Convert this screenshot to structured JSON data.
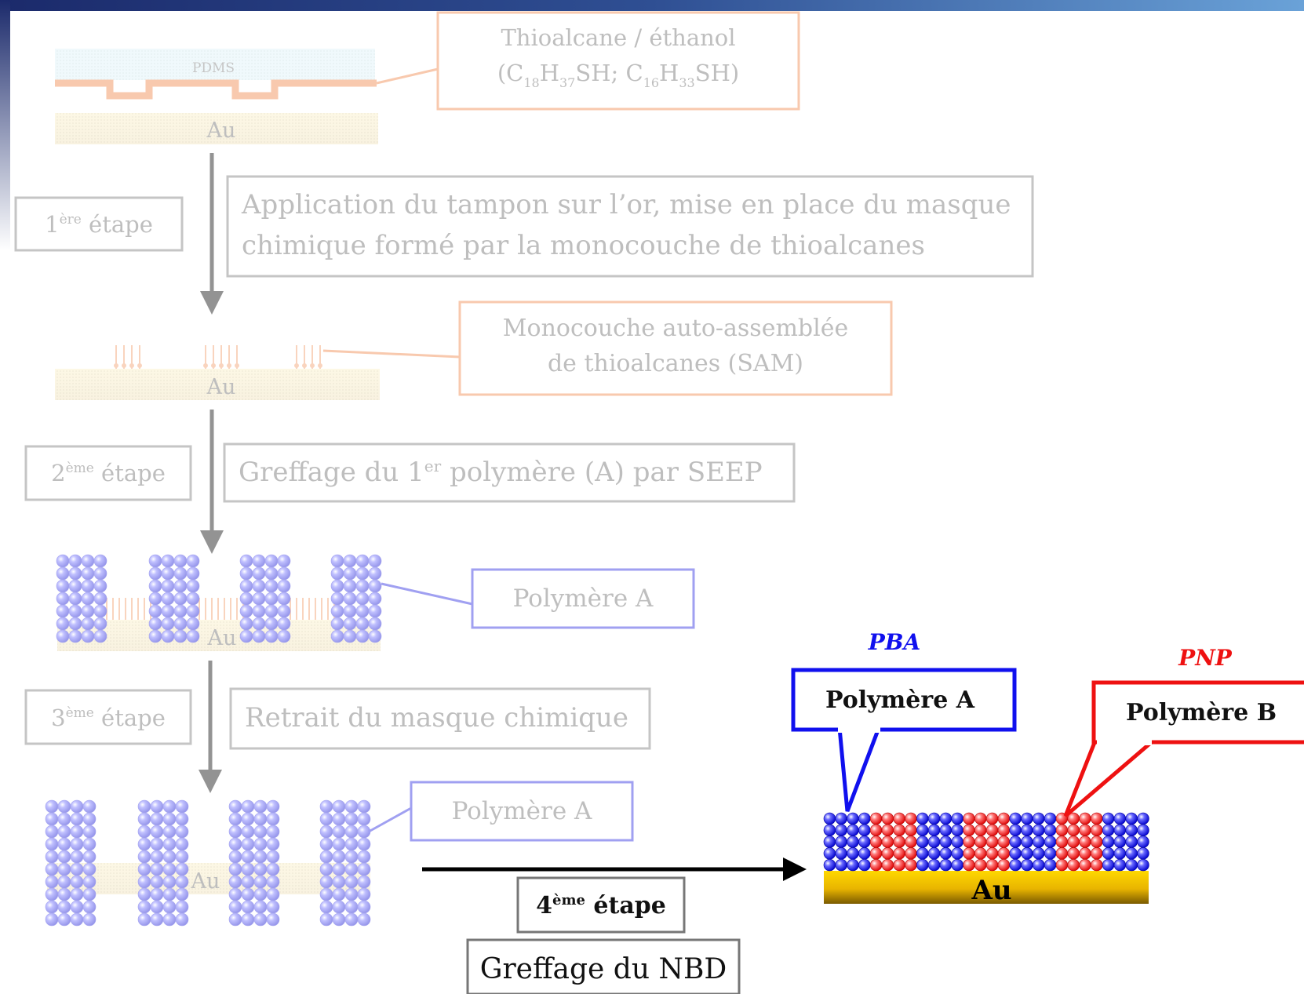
{
  "colors": {
    "gold": "#f2c200",
    "gold_dark": "#8a6a00",
    "orange": "#f39a66",
    "blue": "#1010ee",
    "red": "#ee1111",
    "grey_box": "#777777",
    "frame_dark": "#1b2a6b",
    "frame_light": "#4e78b8"
  },
  "stamp": {
    "pdms_label": "PDMS",
    "au_label": "Au",
    "callout_line1": "Thioalcane / éthanol",
    "callout_line2": "(C18H37SH; C16H33SH)"
  },
  "step1": {
    "num": "1",
    "sup": "ère",
    "word": "étape",
    "desc_line1": "Application du tampon sur l’or, mise en place du masque",
    "desc_line2": "chimique formé par la monocouche de thioalcanes"
  },
  "sam": {
    "au_label": "Au",
    "callout_line1": "Monocouche auto-assemblée",
    "callout_line2": "de thioalcanes (SAM)"
  },
  "step2": {
    "num": "2",
    "sup": "ème",
    "word": "étape",
    "desc": "Greffage du 1er polymère (A) par SEEP"
  },
  "polyA_with_sam": {
    "au_label": "Au",
    "callout": "Polymère A"
  },
  "step3": {
    "num": "3",
    "sup": "ème",
    "word": "étape",
    "desc": "Retrait du masque chimique"
  },
  "polyA_only": {
    "au_label": "Au",
    "callout": "Polymère A"
  },
  "step4": {
    "num": "4",
    "sup": "ème",
    "word": "étape",
    "desc": "Greffage du NBD"
  },
  "final": {
    "au_label": "Au",
    "pba_label": "PBA",
    "pnp_label": "PNP",
    "poly_a_callout": "Polymère A",
    "poly_b_callout": "Polymère B"
  },
  "icons": [
    "down-arrow-icon",
    "right-arrow-icon"
  ]
}
